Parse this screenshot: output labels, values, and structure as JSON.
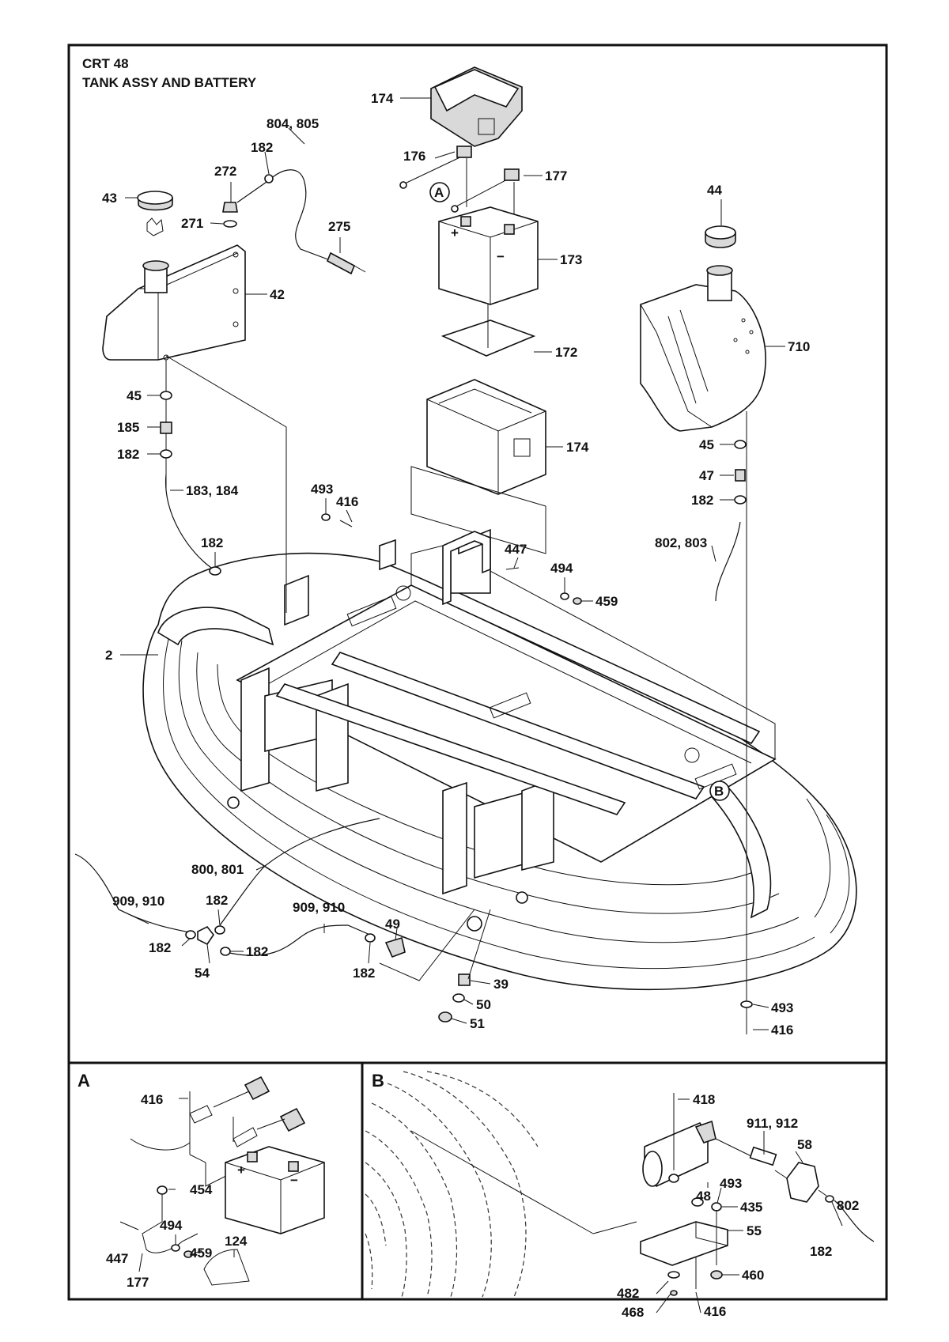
{
  "header": {
    "model": "CRT 48",
    "title": "TANK ASSY AND BATTERY"
  },
  "panels": {
    "a": "A",
    "b": "B"
  },
  "callouts": {
    "c174_top": "174",
    "c804_805": "804, 805",
    "c182_a": "182",
    "c176": "176",
    "c177": "177",
    "c272": "272",
    "c43": "43",
    "c271": "271",
    "c275": "275",
    "c44": "44",
    "c173": "173",
    "c42": "42",
    "c710": "710",
    "c172": "172",
    "c45_l": "45",
    "c185": "185",
    "c182_b": "182",
    "c174_box": "174",
    "c45_r": "45",
    "c47": "47",
    "c182_r": "182",
    "c183_184": "183, 184",
    "c493_t": "493",
    "c416_t": "416",
    "c182_c": "182",
    "c802_803": "802, 803",
    "c447_t": "447",
    "c494_t": "494",
    "c459_t": "459",
    "c2": "2",
    "c800_801": "800, 801",
    "c909_910_l": "909, 910",
    "c182_d": "182",
    "c909_910_r": "909, 910",
    "c49": "49",
    "c182_e": "182",
    "c182_f": "182",
    "c54": "54",
    "c182_g": "182",
    "c39": "39",
    "c50": "50",
    "c51": "51",
    "c493_b": "493",
    "c416_b": "416",
    "a_416": "416",
    "a_454": "454",
    "a_494": "494",
    "a_459": "459",
    "a_447": "447",
    "a_177": "177",
    "a_124": "124",
    "b_418": "418",
    "b_911_912": "911, 912",
    "b_58": "58",
    "b_48": "48",
    "b_493": "493",
    "b_435": "435",
    "b_55": "55",
    "b_460": "460",
    "b_802": "802",
    "b_182": "182",
    "b_482": "482",
    "b_468": "468",
    "b_416": "416"
  },
  "markers": {
    "ref_a": "A",
    "ref_b": "B"
  },
  "battery_terminals": {
    "plus": "+",
    "minus": "−",
    "a_plus": "+",
    "a_minus": "−"
  }
}
